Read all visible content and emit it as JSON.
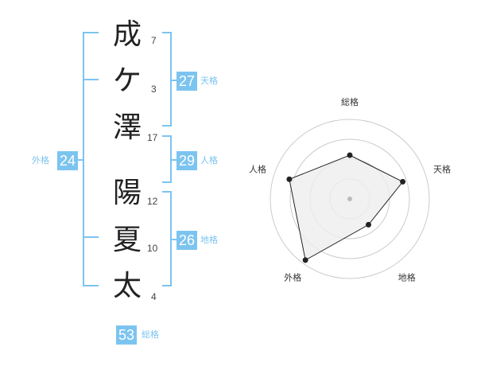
{
  "name": {
    "chars": [
      "成",
      "ケ",
      "澤",
      "陽",
      "夏",
      "太"
    ],
    "strokes": [
      "7",
      "3",
      "17",
      "12",
      "10",
      "4"
    ]
  },
  "kakusu": {
    "tenkaku": {
      "value": "27",
      "label": "天格"
    },
    "jinkaku": {
      "value": "29",
      "label": "人格"
    },
    "chikaku": {
      "value": "26",
      "label": "地格"
    },
    "gaikaku": {
      "value": "24",
      "label": "外格"
    },
    "soukaku": {
      "value": "53",
      "label": "総格"
    }
  },
  "colors": {
    "accent": "#7cc4f0",
    "chart_line": "#222222",
    "grid": "#cccccc",
    "fill": "#eeeeee"
  },
  "chart_data": {
    "type": "radar",
    "axes": [
      "総格",
      "天格",
      "地格",
      "外格",
      "人格"
    ],
    "values": [
      0.55,
      0.7,
      0.4,
      0.95,
      0.8
    ],
    "rings": 4
  }
}
